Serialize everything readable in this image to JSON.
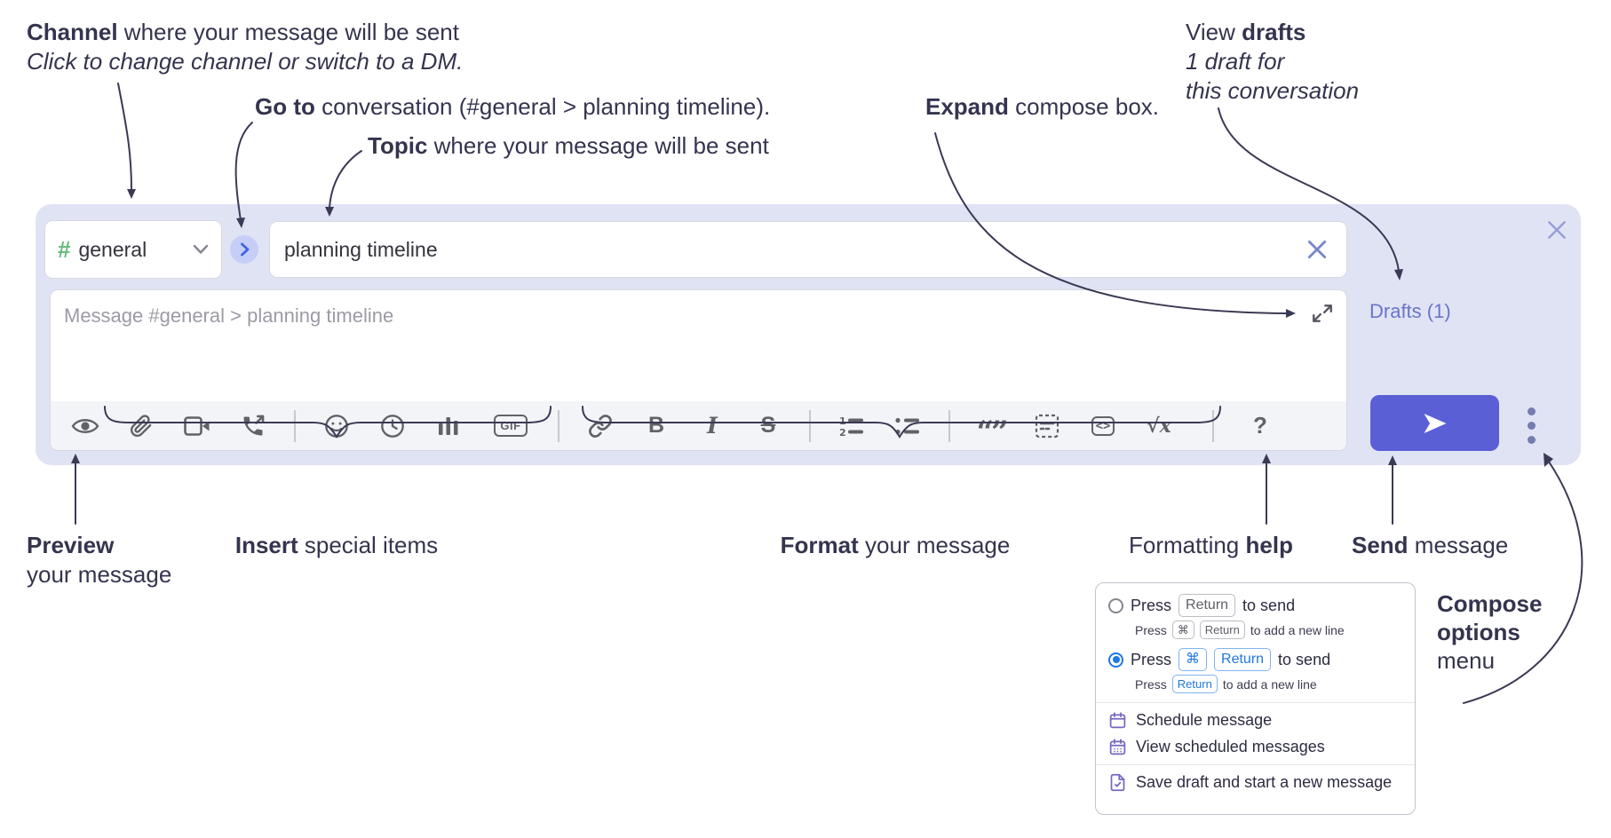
{
  "colors": {
    "compose_bg": "#e0e3f4",
    "send_button": "#5a5fd6",
    "accent_blue": "#1b79e6",
    "channel_hash_green": "#63bb78",
    "drafts_link": "#6b74c9",
    "purple_icon": "#7568c2",
    "annotation_ink": "#34344f"
  },
  "annotations": {
    "channel_bold": "Channel",
    "channel_rest": " where your message will be sent",
    "channel_sub": "Click to change channel or switch to a DM.",
    "goto_bold": "Go to",
    "goto_rest": " conversation (#general > planning timeline).",
    "topic_bold": "Topic",
    "topic_rest": " where your message will be sent",
    "expand_bold": "Expand",
    "expand_rest": " compose box.",
    "drafts_pre": "View ",
    "drafts_bold": "drafts",
    "drafts_line2": "1 draft for",
    "drafts_line3": "this conversation",
    "preview_bold": "Preview",
    "preview_line2": "your message",
    "insert_bold": "Insert",
    "insert_rest": " special items",
    "format_bold": "Format",
    "format_rest": " your message",
    "help_pre": "Formatting ",
    "help_bold": "help",
    "send_bold": "Send",
    "send_rest": " message",
    "compose_line1": "Compose",
    "compose_line2": "options",
    "compose_line3": "menu"
  },
  "compose": {
    "channel": "general",
    "topic": "planning timeline",
    "placeholder": "Message #general > planning timeline",
    "drafts": "Drafts (1)"
  },
  "toolbar": {
    "icons": [
      "preview",
      "attach-file",
      "start-video-call",
      "start-voice-call",
      "emoji",
      "add-global-time",
      "add-poll",
      "add-gif",
      "link",
      "bold",
      "italic",
      "strikethrough",
      "numbered-list",
      "bulleted-list",
      "quote",
      "spoiler",
      "code",
      "math",
      "help"
    ],
    "gif_label": "GIF",
    "bold_glyph": "B",
    "italic_glyph": "I",
    "strike_glyph": "S",
    "quote_glyph": "“”",
    "code_glyph": "<>",
    "math_glyph": "√x",
    "help_glyph": "?"
  },
  "popup": {
    "option1": {
      "press": "Press",
      "keys": [
        "Return"
      ],
      "suffix": "to send",
      "sub_press": "Press",
      "sub_keys": [
        "⌘",
        "Return"
      ],
      "sub_suffix": "to add a new line"
    },
    "option2": {
      "press": "Press",
      "keys": [
        "⌘",
        "Return"
      ],
      "suffix": "to send",
      "sub_press": "Press",
      "sub_keys": [
        "Return"
      ],
      "sub_suffix": "to add a new line"
    },
    "items": [
      {
        "label": "Schedule message"
      },
      {
        "label": "View scheduled messages"
      },
      {
        "label": "Save draft and start a new message"
      }
    ]
  }
}
